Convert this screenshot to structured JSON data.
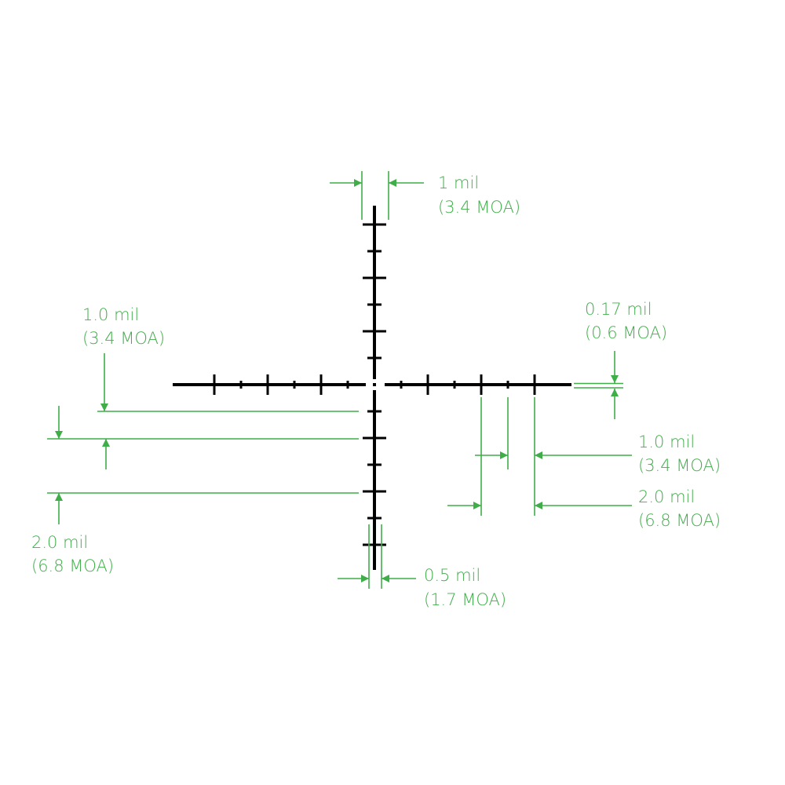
{
  "colors": {
    "dimension": "#3fae49",
    "reticle": "#000000",
    "background": "#ffffff"
  },
  "labels": {
    "subtension_top": {
      "line1": "1 mil",
      "line2": "(3.4 MOA)"
    },
    "left_upper": {
      "line1": "1.0 mil",
      "line2": "(3.4 MOA)"
    },
    "left_lower": {
      "line1": "2.0 mil",
      "line2": "(6.8 MOA)"
    },
    "line_thickness": {
      "line1": "0.17 mil",
      "line2": "(0.6 MOA)"
    },
    "right_upper": {
      "line1": "1.0 mil",
      "line2": "(3.4 MOA)"
    },
    "right_lower": {
      "line1": "2.0 mil",
      "line2": "(6.8 MOA)"
    },
    "post_width": {
      "line1": "0.5 mil",
      "line2": "(1.7 MOA)"
    }
  }
}
